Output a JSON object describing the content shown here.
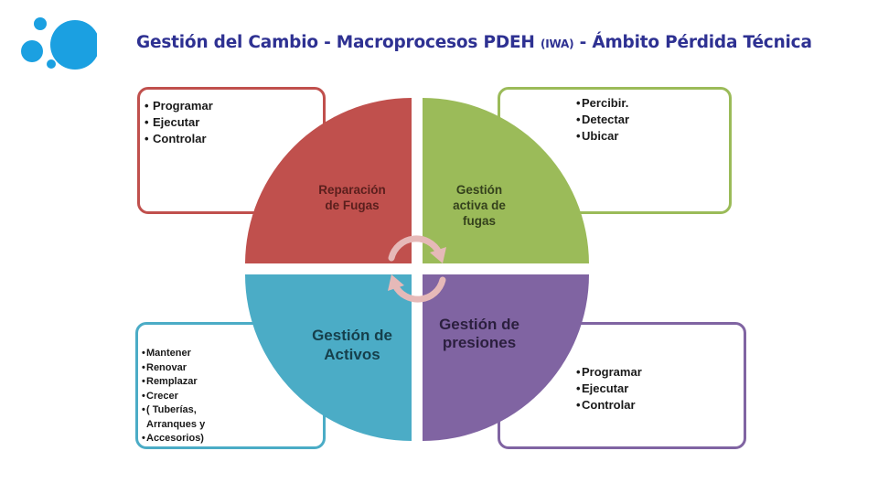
{
  "title": {
    "part1": "Gestión del Cambio - Macroprocesos PDEH ",
    "small": "(IWA)",
    "part2": " - Ámbito Pérdida Técnica"
  },
  "colors": {
    "title": "#2e3192",
    "red": "#c0504d",
    "green": "#9bbb59",
    "blue": "#4bacc6",
    "purple": "#8064a2",
    "logo": "#1ba0e1",
    "arrows": "#e6b9b8"
  },
  "quadrants": {
    "top_left": {
      "label_line1": "Reparación",
      "label_line2": "de Fugas",
      "items": [
        "Programar",
        "Ejecutar",
        "Controlar"
      ]
    },
    "top_right": {
      "label_line1": "Gestión",
      "label_line2": "activa de",
      "label_line3": "fugas",
      "items": [
        "Percibir.",
        "Detectar",
        "Ubicar"
      ]
    },
    "bottom_left": {
      "label_line1": "Gestión de",
      "label_line2": "Activos",
      "items": [
        "Mantener",
        "Renovar",
        "Remplazar",
        "Crecer",
        "( Tuberías, Arranques  y",
        "Accesorios)"
      ]
    },
    "bottom_right": {
      "label_line1": "Gestión de",
      "label_line2": "presiones",
      "items": [
        "Programar",
        "Ejecutar",
        "Controlar"
      ]
    }
  },
  "icons": {
    "logo": "bubbles-logo-icon",
    "center": "circular-arrows-icon"
  }
}
